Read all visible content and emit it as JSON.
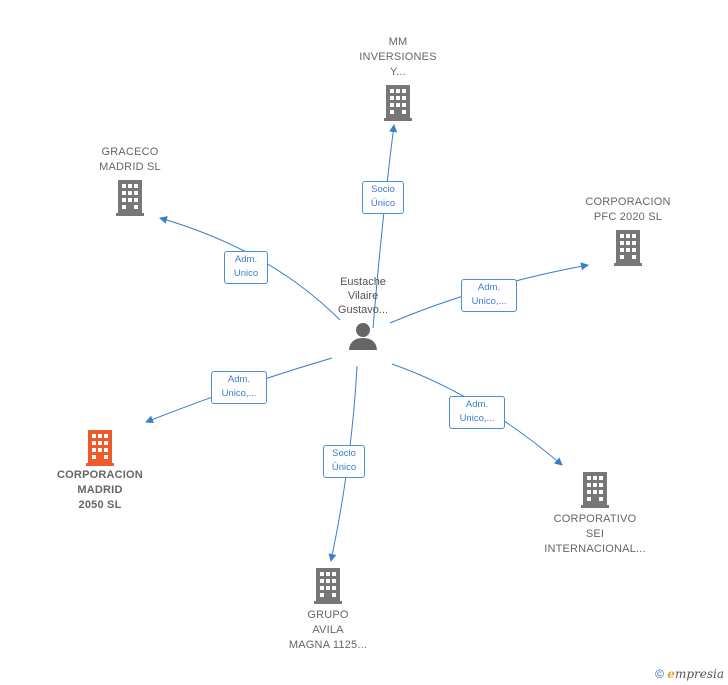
{
  "center": {
    "label": "Eustache\nVilaire\nGustavo..."
  },
  "nodes": [
    {
      "id": "mm",
      "label": "MM\nINVERSIONES\nY...",
      "color": "#777777"
    },
    {
      "id": "graceco",
      "label": "GRACECO\nMADRID  SL",
      "color": "#777777"
    },
    {
      "id": "pfc",
      "label": "CORPORACION\nPFC 2020  SL",
      "color": "#777777"
    },
    {
      "id": "madrid2050",
      "label": "CORPORACION\nMADRID\n2050  SL",
      "color": "#ee5a2c"
    },
    {
      "id": "sei",
      "label": "CORPORATIVO\nSEI\nINTERNACIONAL...",
      "color": "#777777"
    },
    {
      "id": "avila",
      "label": "GRUPO\nAVILA\nMAGNA 1125...",
      "color": "#777777"
    }
  ],
  "edges": [
    {
      "to": "mm",
      "label": "Socio\nÚnico"
    },
    {
      "to": "graceco",
      "label": "Adm.\nUnico"
    },
    {
      "to": "pfc",
      "label": "Adm.\nUnico,..."
    },
    {
      "to": "madrid2050",
      "label": "Adm.\nUnico,..."
    },
    {
      "to": "sei",
      "label": "Adm.\nUnico,..."
    },
    {
      "to": "avila",
      "label": "Socio\nÚnico"
    }
  ],
  "footer": {
    "copyright": "©",
    "brand_first": "e",
    "brand_rest": "mpresia"
  },
  "colors": {
    "edge": "#3a7ecb",
    "building": "#777777",
    "highlight": "#ee5a2c",
    "person": "#666666"
  }
}
